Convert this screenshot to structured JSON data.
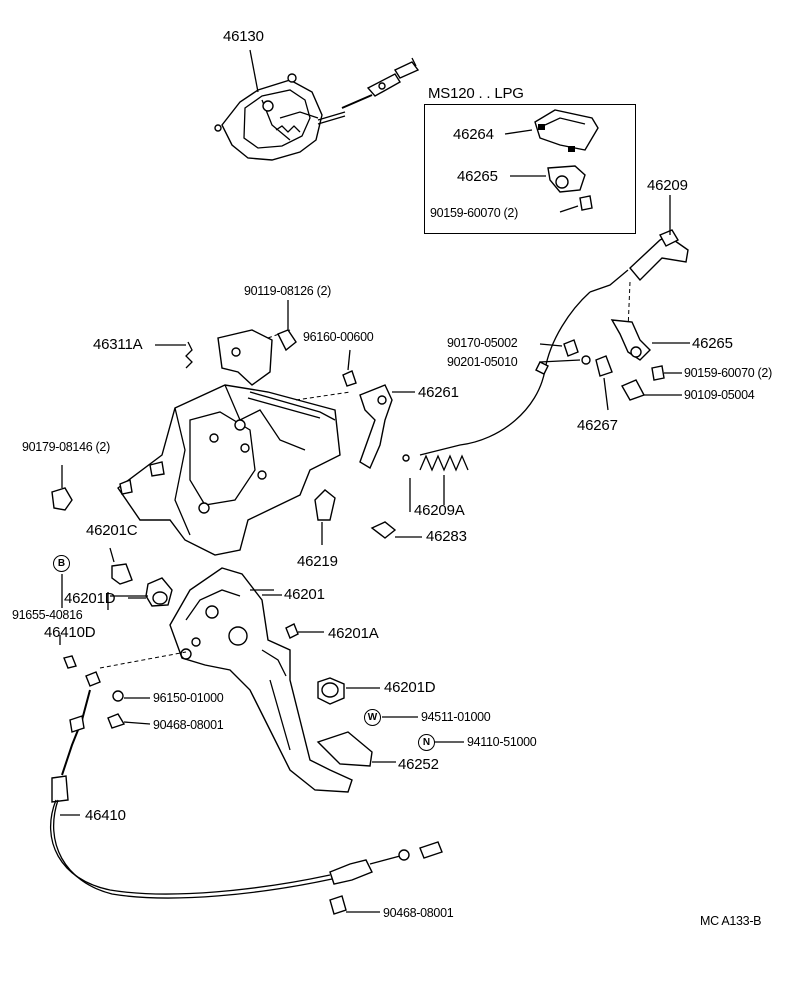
{
  "inset": {
    "title": "MS120 . . LPG"
  },
  "labels": {
    "l46130": "46130",
    "l46264": "46264",
    "l46265a": "46265",
    "l90159a": "90159-60070 (2)",
    "l46209": "46209",
    "l90119": "90119-08126 (2)",
    "l46311A": "46311A",
    "l96160": "96160-00600",
    "l90170": "90170-05002",
    "l90201": "90201-05010",
    "l46265b": "46265",
    "l90159b": "90159-60070 (2)",
    "l90109": "90109-05004",
    "l46261": "46261",
    "l46267": "46267",
    "l90179": "90179-08146 (2)",
    "l46209A": "46209A",
    "l46201C": "46201C",
    "l46219": "46219",
    "l46283": "46283",
    "l46201D": "46201D",
    "l91655": "91655-40816",
    "l46201": "46201",
    "l46410D": "46410D",
    "l46201A": "46201A",
    "l96150": "96150-01000",
    "l46201Db": "46201D",
    "l90468a": "90468-08001",
    "l94511": "94511-01000",
    "l94110": "94110-51000",
    "l46252": "46252",
    "l46410": "46410",
    "l90468b": "90468-08001",
    "code": "MC  A133-B"
  },
  "markers": {
    "B": "B",
    "W": "W",
    "N": "N"
  }
}
